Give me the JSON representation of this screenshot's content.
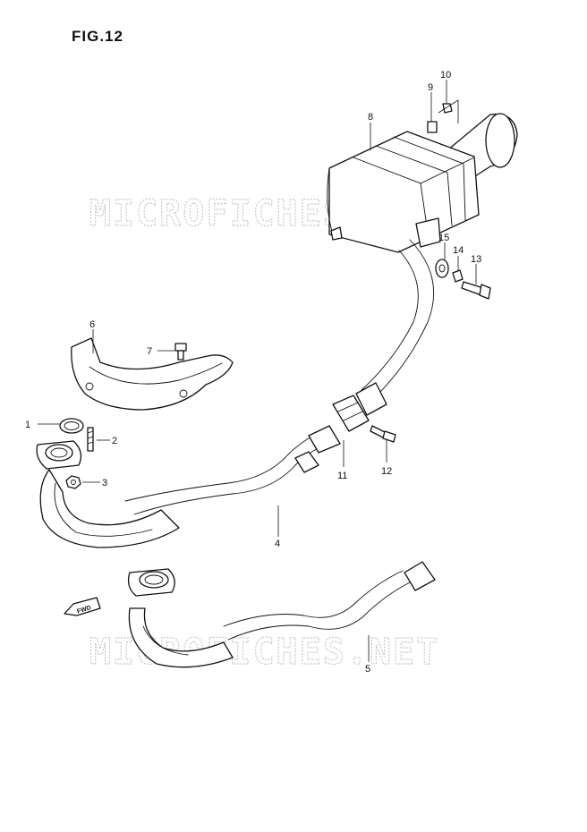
{
  "figure": {
    "title": "FIG.12"
  },
  "watermark": {
    "text": "MICROFICHES.NET"
  },
  "direction_marker": {
    "text": "FWD"
  },
  "callouts": [
    {
      "number": "1"
    },
    {
      "number": "2"
    },
    {
      "number": "3"
    },
    {
      "number": "4"
    },
    {
      "number": "5"
    },
    {
      "number": "6"
    },
    {
      "number": "7"
    },
    {
      "number": "8"
    },
    {
      "number": "9"
    },
    {
      "number": "10"
    },
    {
      "number": "11"
    },
    {
      "number": "12"
    },
    {
      "number": "13"
    },
    {
      "number": "14"
    },
    {
      "number": "15"
    }
  ],
  "colors": {
    "line": "#111111",
    "background": "#ffffff",
    "watermark": "#c8c8c8"
  }
}
